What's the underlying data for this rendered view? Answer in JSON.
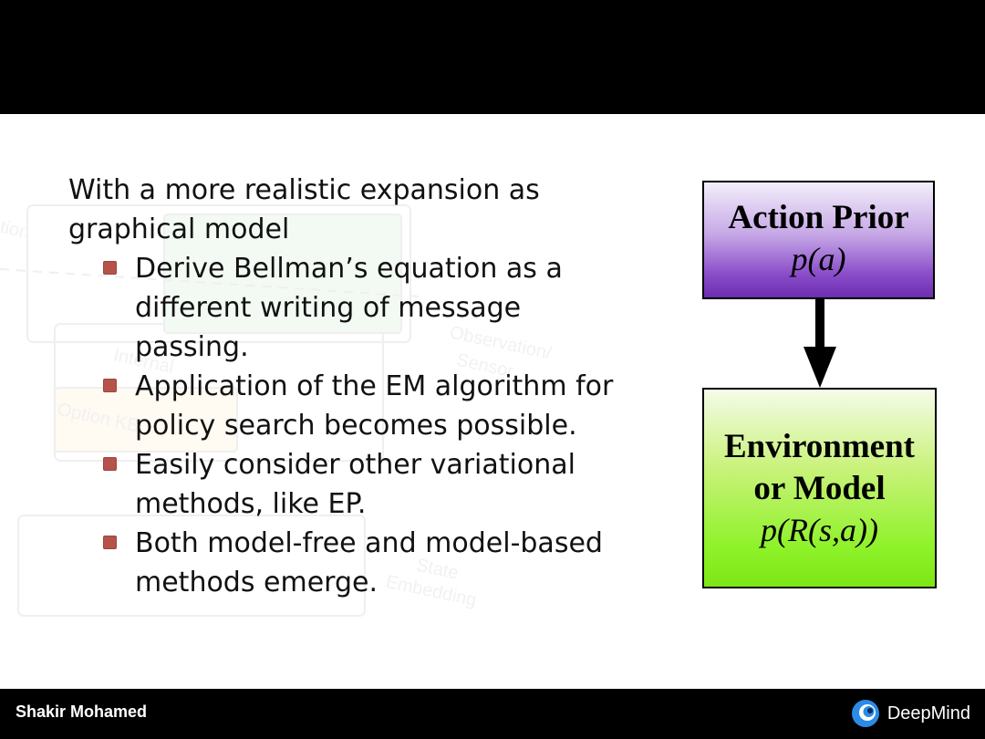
{
  "slide": {
    "intro": "With a more realistic expansion as graphical model",
    "bullets": [
      "Derive Bellman’s equation as a different writing of message passing.",
      "Application of the EM algorithm for policy search becomes possible.",
      "Easily consider other variational methods, like EP.",
      "Both model-free and model-based methods emerge."
    ]
  },
  "diagram": {
    "action_box": {
      "title": "Action Prior",
      "formula": "p(a)",
      "color": "#8a4cc9"
    },
    "environment_box": {
      "title_line1": "Environment",
      "title_line2": "or Model",
      "formula": "p(R(s,a))",
      "color": "#8ff22a"
    }
  },
  "watermark": {
    "labels": [
      "tion",
      "Observation/",
      "Sensor",
      "Internal",
      "Option KB",
      "State",
      "Embedding"
    ]
  },
  "footer": {
    "author": "Shakir Mohamed",
    "brand": "DeepMind",
    "brand_icon": "deepmind-logo-icon"
  },
  "colors": {
    "bullet": "#b5534a",
    "background": "#ffffff",
    "band": "#000000"
  }
}
